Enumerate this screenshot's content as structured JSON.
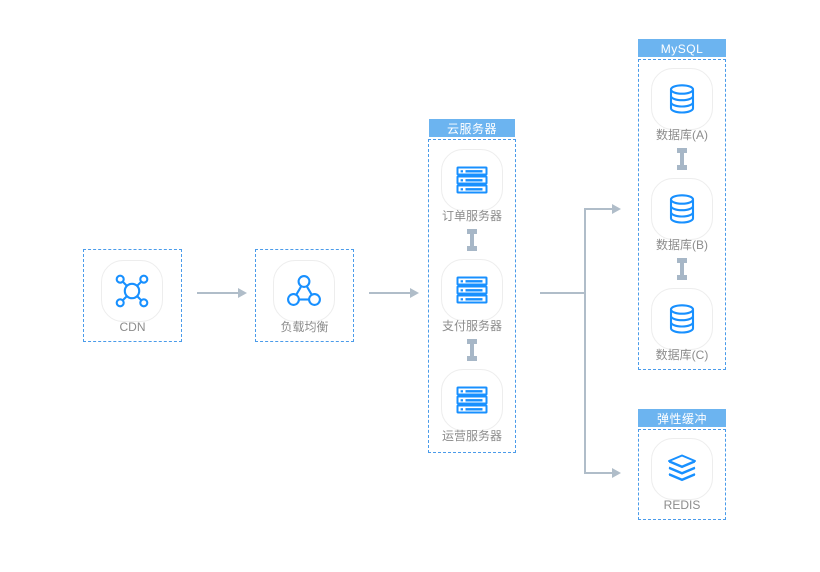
{
  "diagram": {
    "title": "cloud-architecture-diagram",
    "colors": {
      "accent_blue": "#1890ff",
      "header_blue": "#6cb4f0",
      "dashed_border": "#4a9bea",
      "connector_gray": "#b0bdc9",
      "label_gray": "#8c8c8c",
      "tile_border": "#ededed"
    }
  },
  "nodes": {
    "cdn": {
      "label": "CDN",
      "icon": "cdn-network-icon"
    },
    "load_balancer": {
      "label": "负载均衡",
      "icon": "load-balancer-icon"
    }
  },
  "groups": {
    "cloud_server": {
      "header": "云服务器",
      "items": [
        {
          "label": "订单服务器",
          "icon": "server-rack-icon"
        },
        {
          "label": "支付服务器",
          "icon": "server-rack-icon"
        },
        {
          "label": "运营服务器",
          "icon": "server-rack-icon"
        }
      ]
    },
    "mysql": {
      "header": "MySQL",
      "items": [
        {
          "label": "数据库(A)",
          "icon": "database-cylinder-icon"
        },
        {
          "label": "数据库(B)",
          "icon": "database-cylinder-icon"
        },
        {
          "label": "数据库(C)",
          "icon": "database-cylinder-icon"
        }
      ]
    },
    "cache": {
      "header": "弹性缓冲",
      "items": [
        {
          "label": "REDIS",
          "icon": "stacked-layers-icon"
        }
      ]
    }
  },
  "connectors": {
    "cdn_to_lb": {
      "type": "arrow-right"
    },
    "lb_to_cloud": {
      "type": "arrow-right"
    },
    "cloud_to_branch": {
      "type": "branch-right-two"
    },
    "order_to_pay": {
      "type": "bidirectional-vertical"
    },
    "pay_to_ops": {
      "type": "bidirectional-vertical"
    },
    "db_a_to_b": {
      "type": "bidirectional-vertical"
    },
    "db_b_to_c": {
      "type": "bidirectional-vertical"
    }
  }
}
